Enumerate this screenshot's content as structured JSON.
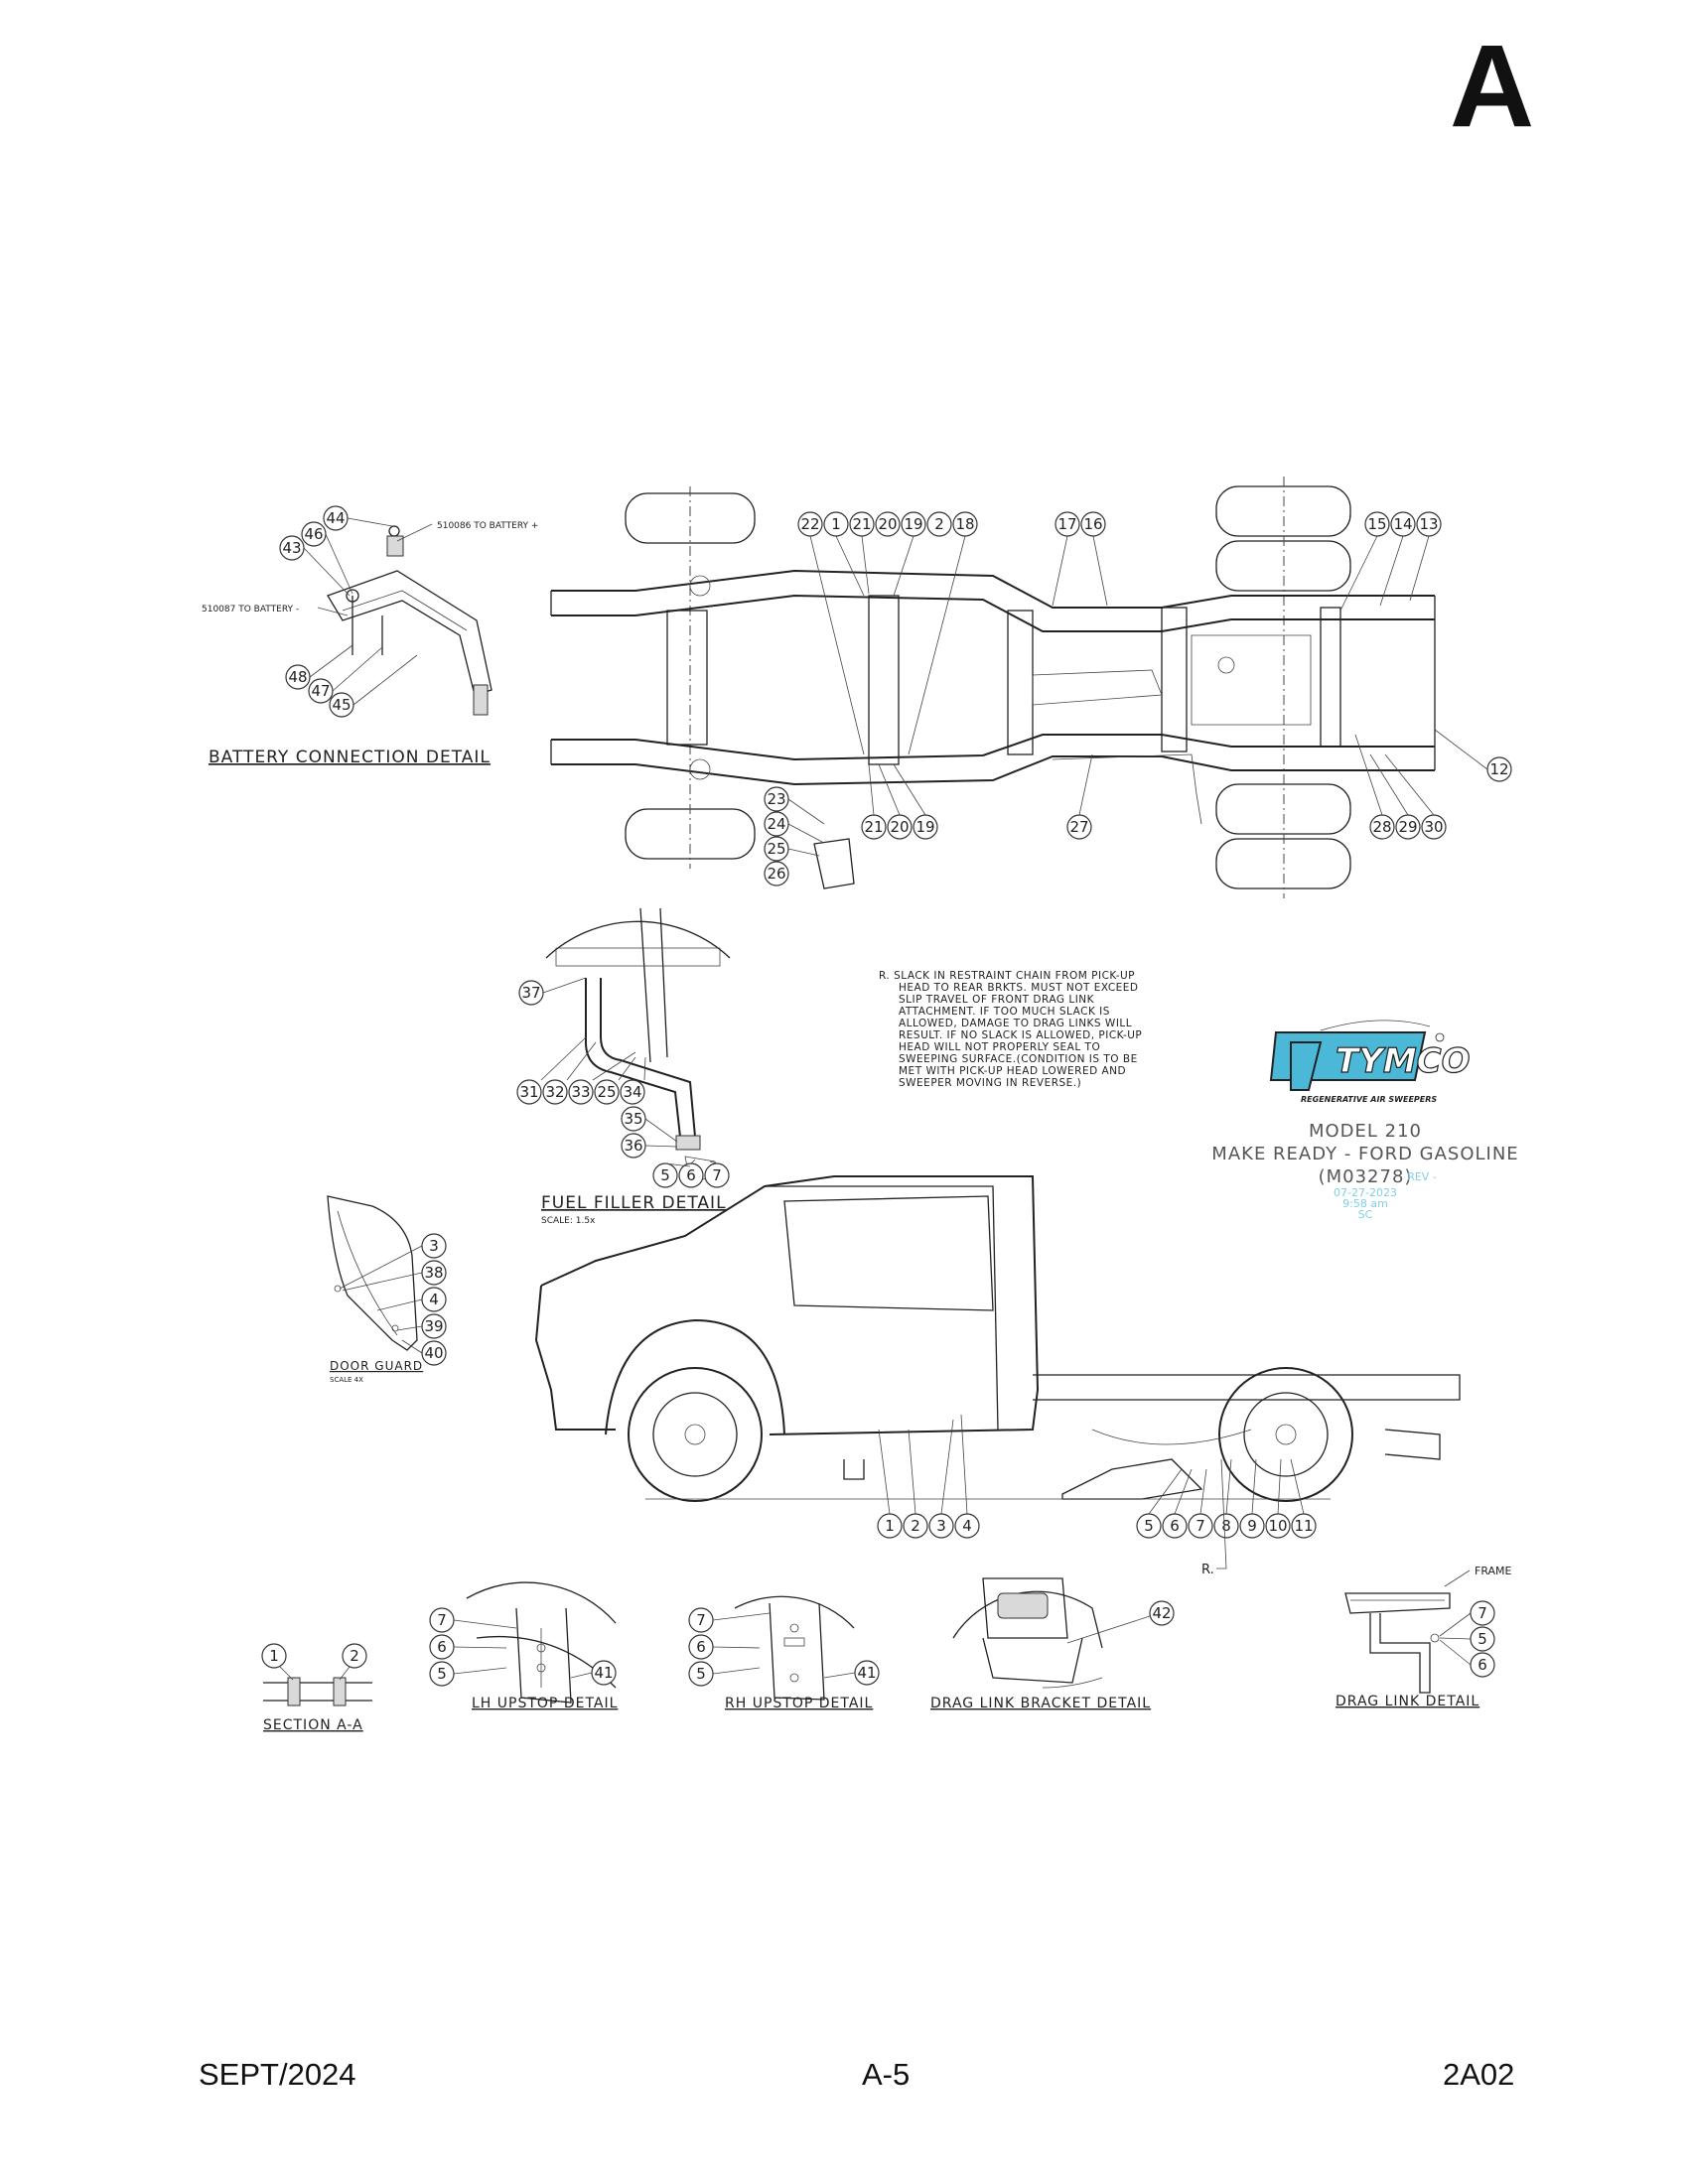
{
  "section_letter": "A",
  "battery_detail": {
    "title": "BATTERY CONNECTION DETAIL",
    "label_pos": "510086 TO BATTERY +",
    "label_neg": "510087 TO BATTERY -",
    "balloons": [
      "44",
      "46",
      "43",
      "48",
      "47",
      "45"
    ]
  },
  "chassis_top": {
    "balloons_top": [
      "22",
      "1",
      "21",
      "20",
      "19",
      "2",
      "18",
      "17",
      "16",
      "15",
      "14",
      "13"
    ],
    "balloons_bottom": [
      "21",
      "20",
      "19",
      "27",
      "28",
      "29",
      "30",
      "12"
    ],
    "balloons_stack": [
      "23",
      "24",
      "25",
      "26"
    ]
  },
  "fuel_filler": {
    "title": "FUEL FILLER DETAIL",
    "scale": "SCALE: 1.5x",
    "balloons": [
      "37",
      "31",
      "32",
      "33",
      "25",
      "34",
      "35",
      "36",
      "5",
      "6",
      "7"
    ]
  },
  "note": {
    "lines": [
      "R. SLACK IN RESTRAINT CHAIN FROM PICK-UP",
      "HEAD TO REAR BRKTS. MUST NOT EXCEED",
      "SLIP TRAVEL OF FRONT DRAG LINK",
      "ATTACHMENT. IF TOO MUCH SLACK IS",
      "ALLOWED, DAMAGE TO DRAG LINKS WILL",
      "RESULT. IF NO SLACK IS ALLOWED, PICK-UP",
      "HEAD WILL NOT PROPERLY SEAL TO",
      "SWEEPING SURFACE.(CONDITION IS TO BE",
      "MET WITH PICK-UP HEAD LOWERED AND",
      "SWEEPER MOVING IN REVERSE.)"
    ]
  },
  "logo": {
    "brand": "TYMCO",
    "tagline": "REGENERATIVE AIR SWEEPERS",
    "brand_color": "#4ab8d6"
  },
  "model": {
    "line1": "MODEL 210",
    "line2": "MAKE READY - FORD GASOLINE",
    "line3": "(M03278)",
    "rev": "REV -",
    "date": "07-27-2023",
    "time": "9:58 am",
    "initials": "SC"
  },
  "door_guard": {
    "title": "DOOR GUARD",
    "scale": "SCALE 4X",
    "balloons": [
      "3",
      "38",
      "4",
      "39",
      "40"
    ]
  },
  "truck_side": {
    "balloons_front": [
      "1",
      "2",
      "3",
      "4"
    ],
    "balloons_rear": [
      "5",
      "6",
      "7",
      "8",
      "9",
      "10",
      "11"
    ],
    "ref_label": "R."
  },
  "section_aa": {
    "title": "SECTION A-A",
    "balloons": [
      "1",
      "2"
    ]
  },
  "lh_upstop": {
    "title": "LH UPSTOP DETAIL",
    "balloons": [
      "7",
      "6",
      "5",
      "41"
    ]
  },
  "rh_upstop": {
    "title": "RH UPSTOP DETAIL",
    "balloons": [
      "7",
      "6",
      "5",
      "41"
    ]
  },
  "drag_link_bracket": {
    "title": "DRAG LINK BRACKET DETAIL",
    "balloons": [
      "42"
    ]
  },
  "drag_link": {
    "title": "DRAG LINK DETAIL",
    "frame_label": "FRAME",
    "balloons": [
      "7",
      "5",
      "6"
    ]
  },
  "footer": {
    "date": "SEPT/2024",
    "page": "A-5",
    "code": "2A02"
  }
}
